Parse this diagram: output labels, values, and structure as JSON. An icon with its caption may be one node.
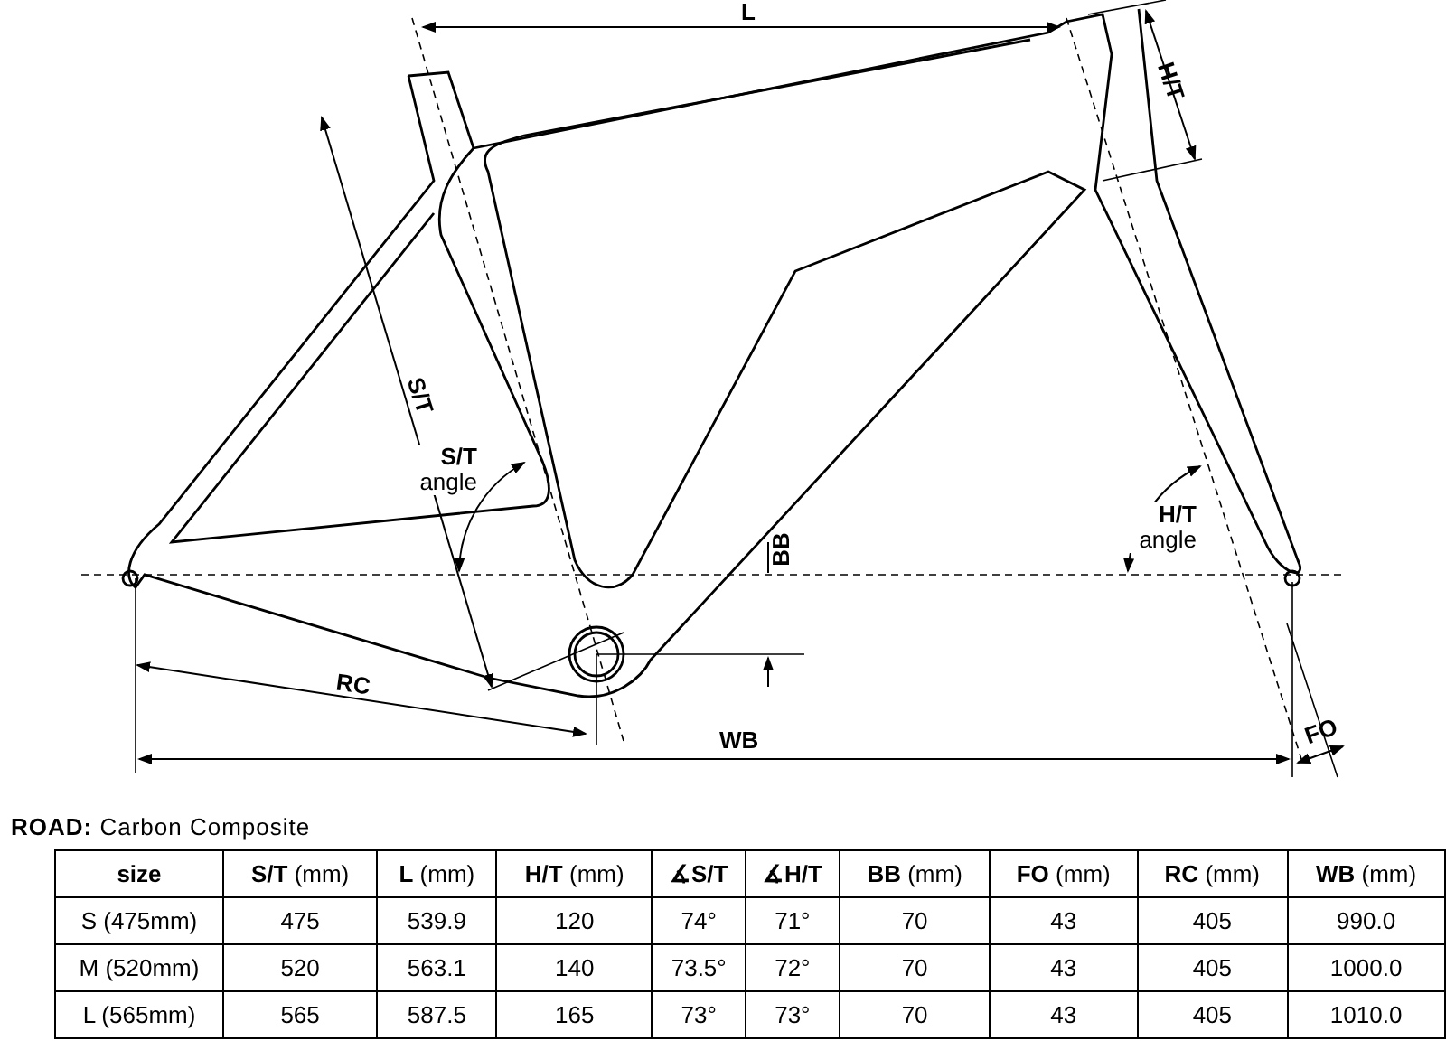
{
  "diagram": {
    "title": "**ROAD:** Carbon Composite",
    "labels": [
      "L",
      "H/T",
      "S/T",
      "**S/T** angle",
      "BB",
      "**H/T** angle",
      "RC",
      "WB",
      "FO",
      "size",
      "**S/T** (mm)",
      "**L** (mm)",
      "**H/T** (mm)",
      "∡S/T",
      "∡H/T",
      "**BB** (mm)",
      "**FO** (mm)",
      "**RC** (mm)",
      "**WB** (mm)",
      "S (475mm)",
      "475",
      "539.9",
      "120",
      "74°",
      "71°",
      "70",
      "43",
      "405",
      "990.0",
      "M (520mm)",
      "520",
      "563.1",
      "140",
      "73.5°",
      "72°",
      "70",
      "43",
      "405",
      "1000.0",
      "L (565mm)",
      "565",
      "587.5",
      "165",
      "73°",
      "73°",
      "70",
      "43",
      "405",
      "1010.0"
    ]
  }
}
